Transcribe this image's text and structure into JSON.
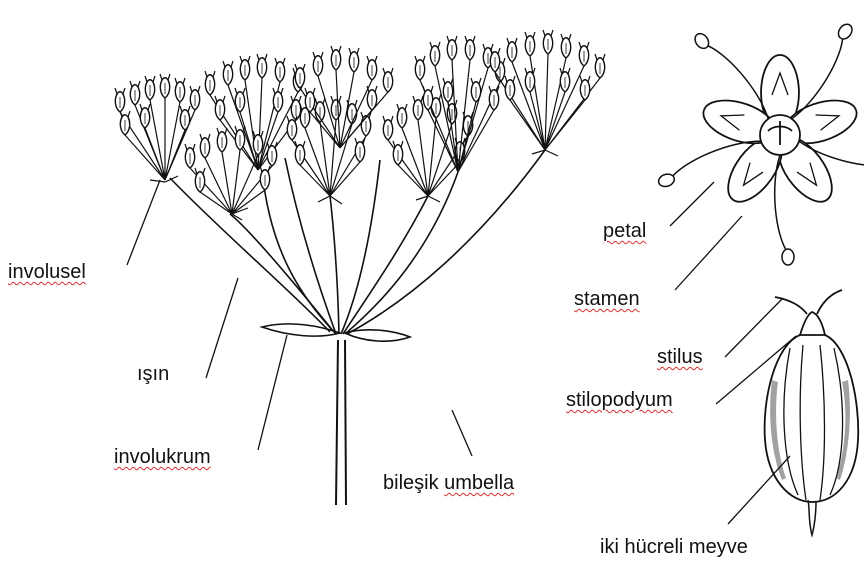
{
  "labels": {
    "involusel": "involusel",
    "isin": "ışın",
    "involukrum": "involukrum",
    "bilesik_word1": "bileşik",
    "bilesik_word2": "umbella",
    "petal": "petal",
    "stamen": "stamen",
    "stilus": "stilus",
    "stilopodyum": "stilopodyum",
    "meyve": "iki hücreli meyve"
  },
  "colors": {
    "ink": "#111111",
    "spellcheck": "#d93030"
  }
}
